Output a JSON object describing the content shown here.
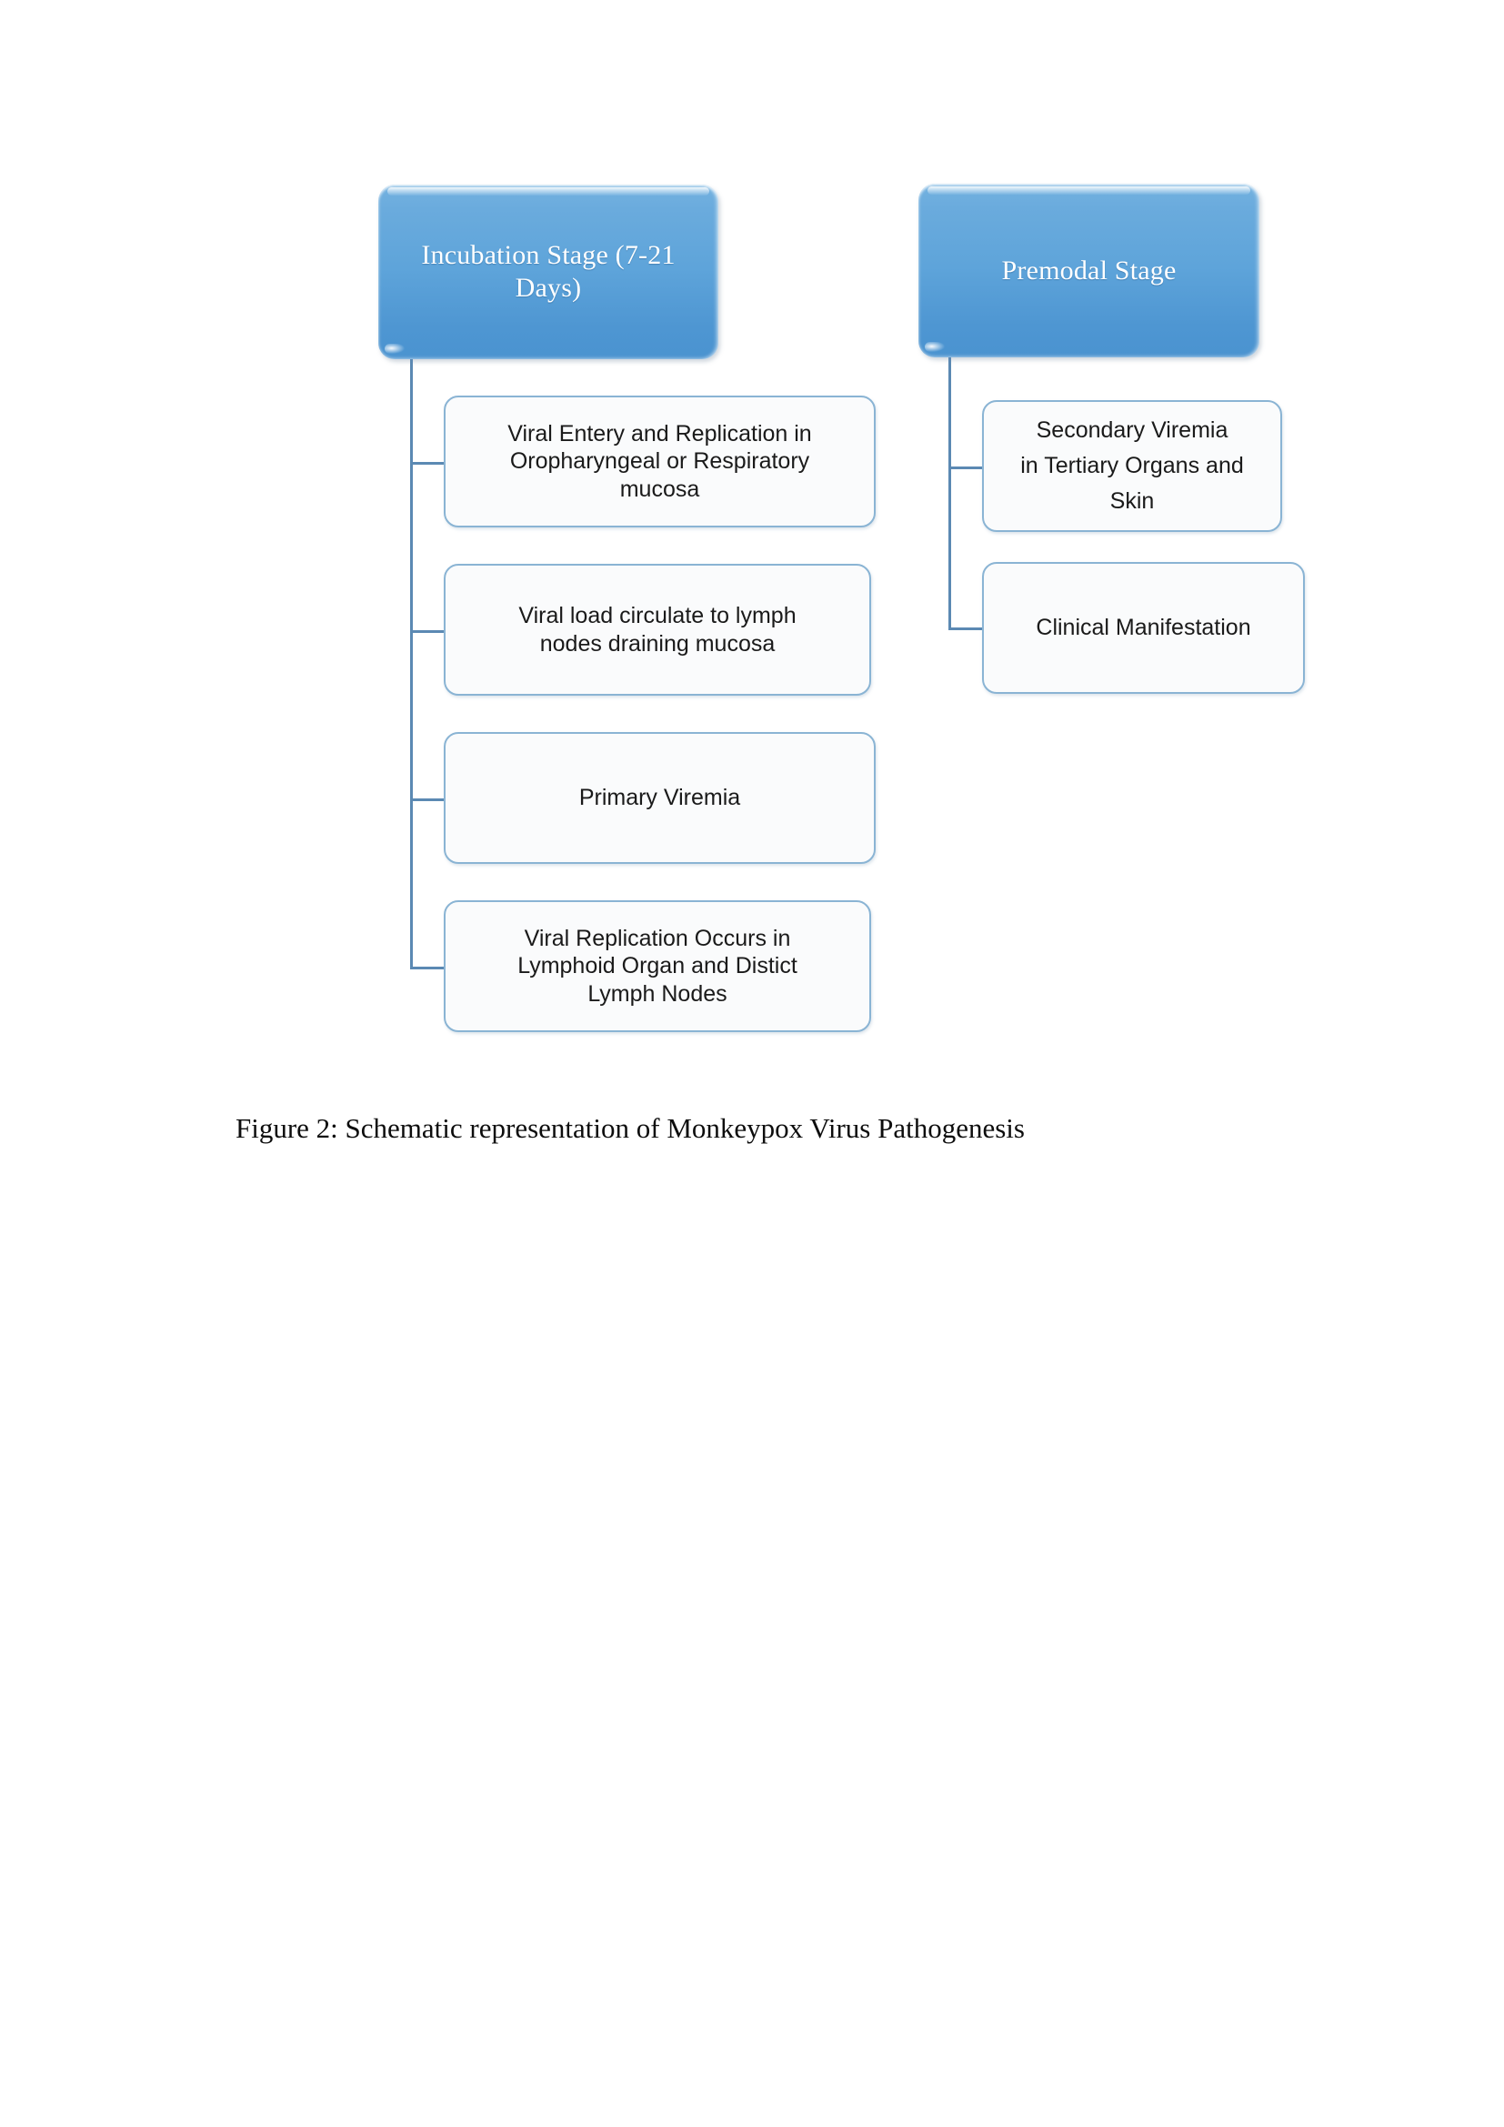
{
  "figure": {
    "caption": "Figure 2: Schematic representation of Monkeypox Virus Pathogenesis"
  },
  "colors": {
    "stage_fill_top": "#74b2e0",
    "stage_fill_bottom": "#4a93d0",
    "stage_text": "#ffffff",
    "step_fill": "#fafbfc",
    "step_border": "#8ab4d4",
    "step_text": "#1a1a1a",
    "connector": "#5b89b3",
    "page_background": "#ffffff"
  },
  "diagram": {
    "type": "flowchart",
    "columns": [
      {
        "id": "incubation",
        "stage": {
          "label": "Incubation Stage (7-21\nDays)"
        },
        "steps": [
          {
            "label": "Viral Entery and Replication in\nOropharyngeal or Respiratory\nmucosa"
          },
          {
            "label": "Viral load circulate to lymph\nnodes draining mucosa"
          },
          {
            "label": "Primary Viremia"
          },
          {
            "label": "Viral Replication Occurs in\nLymphoid Organ and Distict\nLymph Nodes"
          }
        ]
      },
      {
        "id": "premodal",
        "stage": {
          "label": "Premodal Stage"
        },
        "steps": [
          {
            "label": "Secondary Viremia\nin Tertiary Organs and\nSkin"
          },
          {
            "label": "Clinical Manifestation"
          }
        ]
      }
    ]
  }
}
